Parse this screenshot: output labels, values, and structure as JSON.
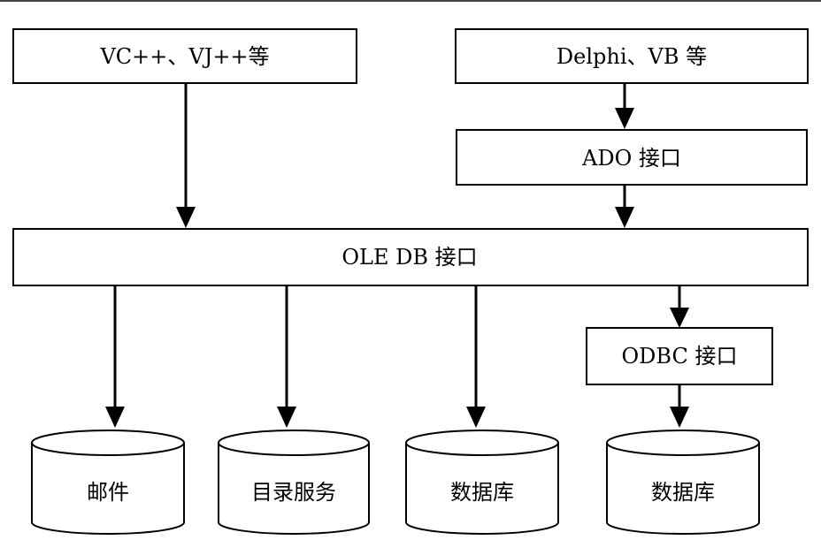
{
  "diagram": {
    "nodes": {
      "vc": "VC++、VJ++等",
      "delphi": "Delphi、VB 等",
      "ado": "ADO 接口",
      "oledb": "OLE DB 接口",
      "odbc": "ODBC 接口"
    },
    "stores": {
      "mail": "邮件",
      "directory": "目录服务",
      "database1": "数据库",
      "database2": "数据库"
    }
  }
}
